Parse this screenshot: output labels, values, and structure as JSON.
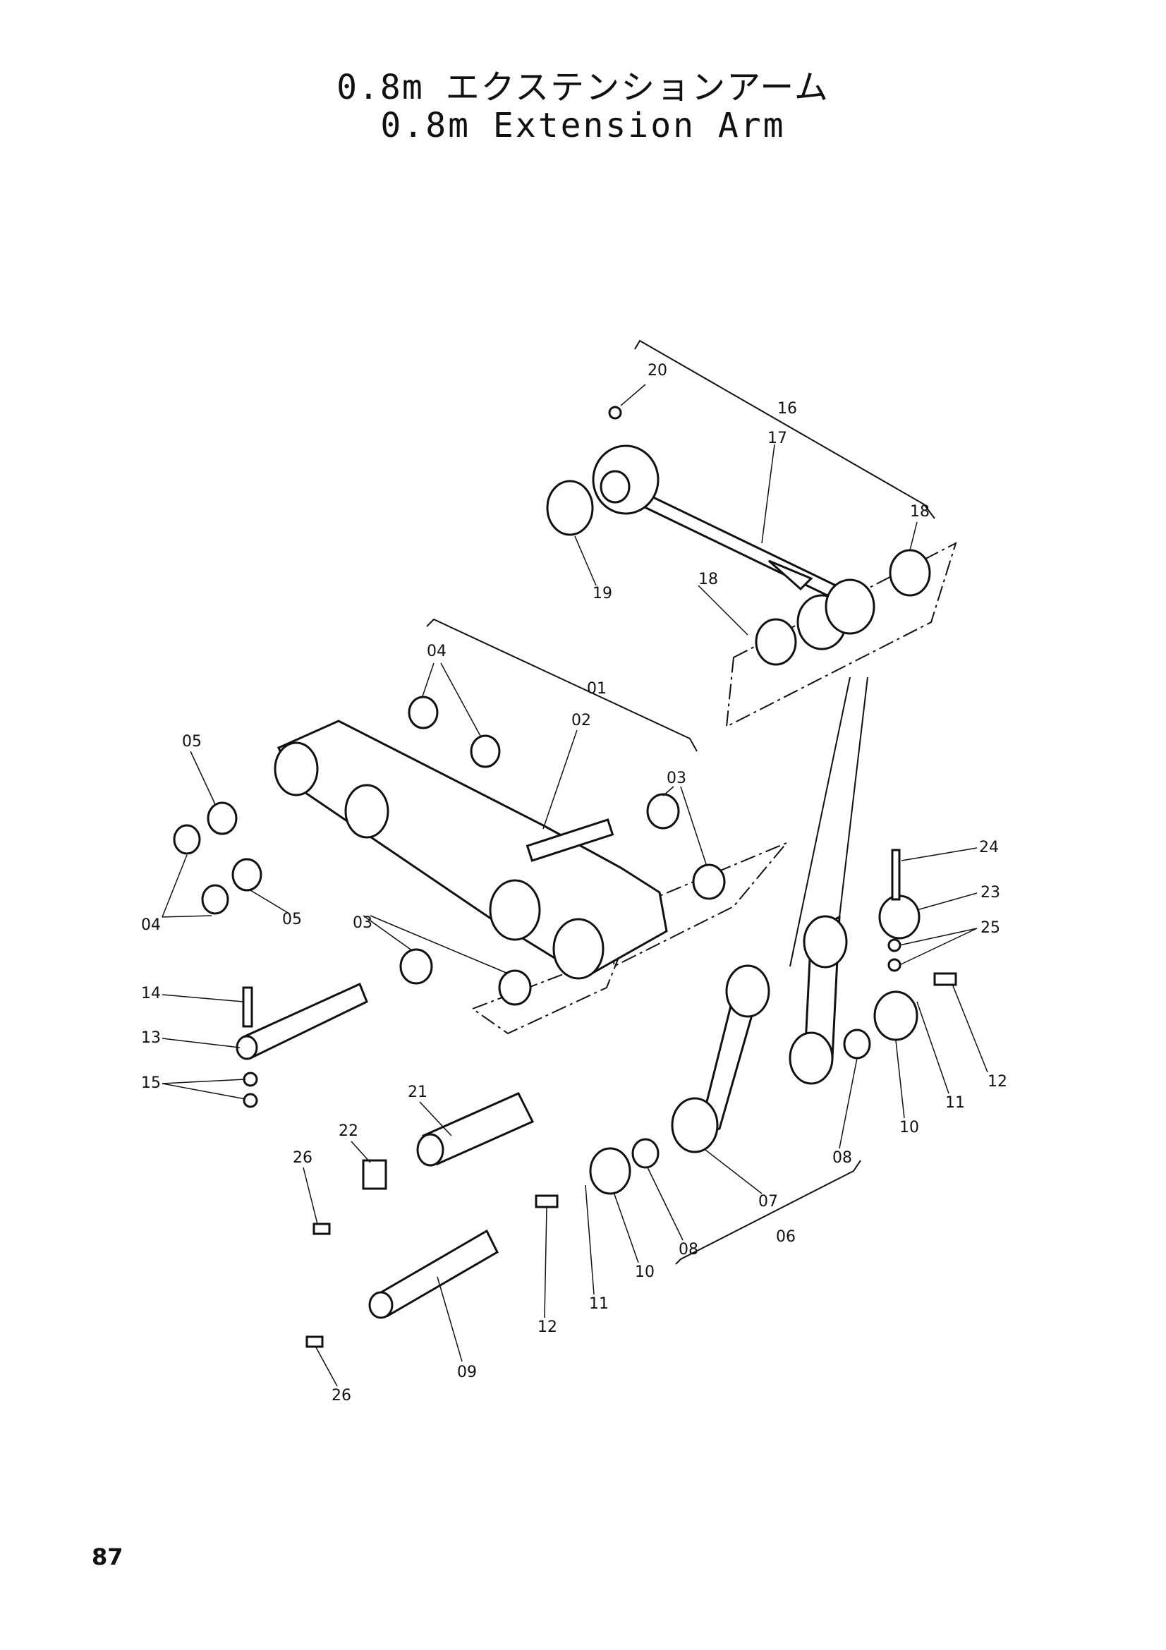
{
  "title": {
    "japanese": "0.8m エクステンションアーム",
    "english": "0.8m Extension Arm"
  },
  "callouts": [
    "20",
    "16",
    "17",
    "18",
    "19",
    "18",
    "04",
    "01",
    "02",
    "05",
    "03",
    "04",
    "05",
    "03",
    "04",
    "24",
    "23",
    "25",
    "14",
    "13",
    "15",
    "21",
    "22",
    "26",
    "12",
    "11",
    "10",
    "08",
    "07",
    "06",
    "12",
    "11",
    "10",
    "08",
    "09",
    "26"
  ],
  "page_number": "87"
}
